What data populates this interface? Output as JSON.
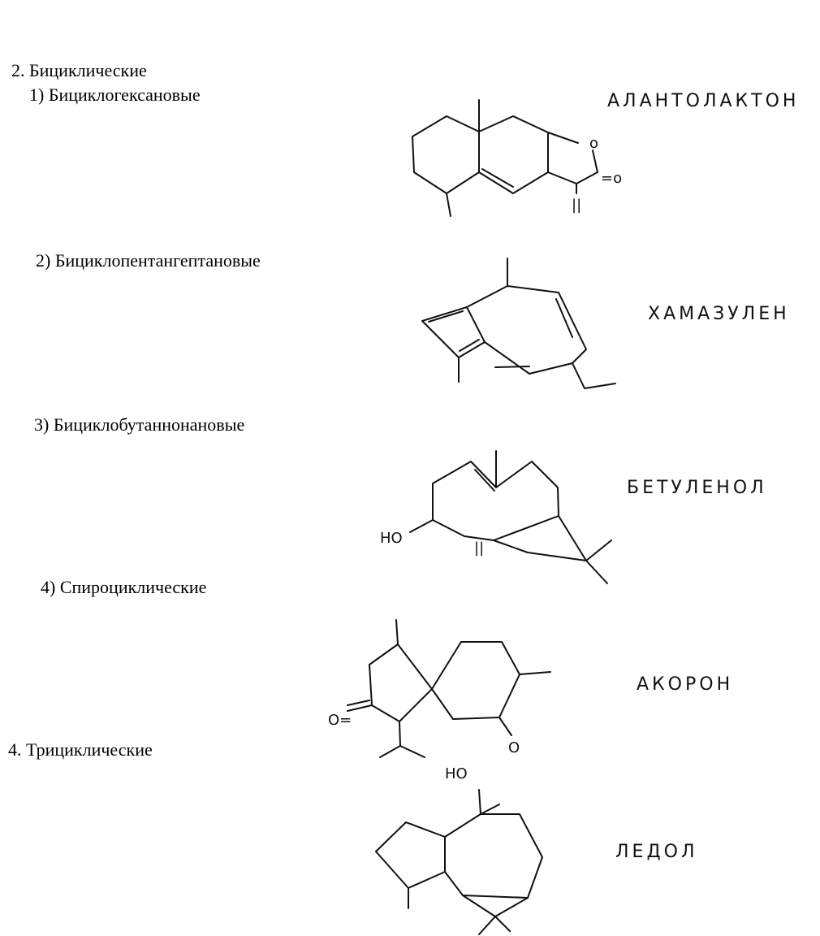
{
  "sections": {
    "bicyclic_title": "2. Бициклические",
    "sub1": "1) Бициклогексановые",
    "sub2": "2) Бициклопентангептановые",
    "sub3": "3) Бициклобутаннонановые",
    "sub4": "4) Спироциклические",
    "tricyclic_title": "4. Трициклические"
  },
  "compounds": {
    "c1": "АЛАНТОЛАКТОН",
    "c2": "ХАМАЗУЛЕН",
    "c3": "БЕТУЛЕНОЛ",
    "c4": "АКОРОН",
    "c5": "ЛЕДОЛ"
  },
  "atoms": {
    "ring_oxygen": "o",
    "carbonyl": "=o",
    "exo_double": "||",
    "hydroxyl_left": "HO",
    "exo_double_2": "||",
    "ketone_left": "O=",
    "ketone_right": "O",
    "hydroxyl_top": "HO"
  }
}
